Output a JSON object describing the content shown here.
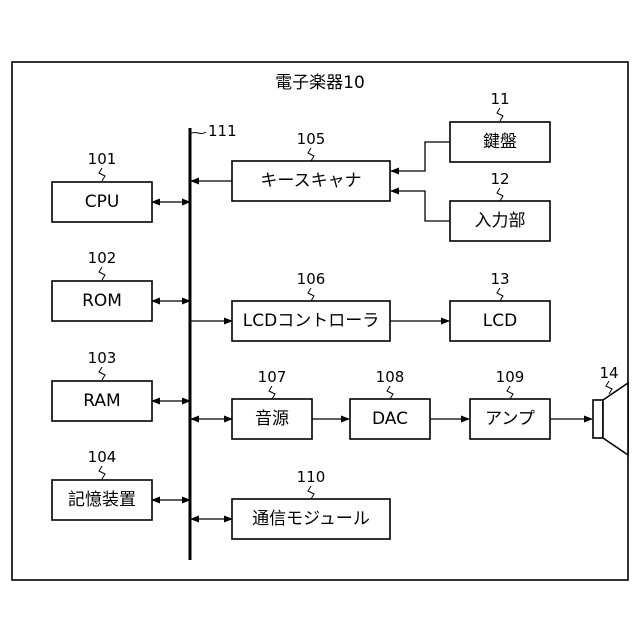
{
  "title": "電子楽器10",
  "bus_ref": "111",
  "blocks": {
    "cpu": {
      "label": "CPU",
      "ref": "101"
    },
    "rom": {
      "label": "ROM",
      "ref": "102"
    },
    "ram": {
      "label": "RAM",
      "ref": "103"
    },
    "storage": {
      "label": "記憶装置",
      "ref": "104"
    },
    "scanner": {
      "label": "キースキャナ",
      "ref": "105"
    },
    "lcdctrl": {
      "label": "LCDコントローラ",
      "ref": "106"
    },
    "source": {
      "label": "音源",
      "ref": "107"
    },
    "dac": {
      "label": "DAC",
      "ref": "108"
    },
    "amp": {
      "label": "アンプ",
      "ref": "109"
    },
    "comm": {
      "label": "通信モジュール",
      "ref": "110"
    },
    "keyboard": {
      "label": "鍵盤",
      "ref": "11"
    },
    "input": {
      "label": "入力部",
      "ref": "12"
    },
    "lcd": {
      "label": "LCD",
      "ref": "13"
    },
    "speaker": {
      "label": "",
      "ref": "14"
    }
  }
}
